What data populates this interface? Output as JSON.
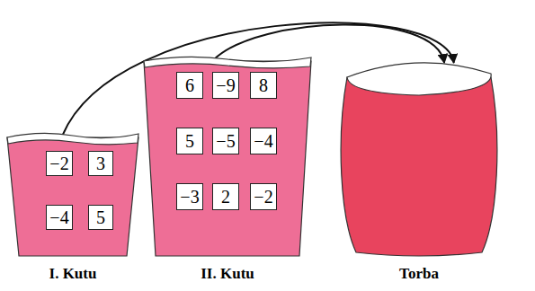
{
  "diagram": {
    "nodes": [
      {
        "text": [
          "I. Kutu"
        ]
      },
      {
        "text": [
          "−2"
        ],
        "in": 0
      },
      {
        "text": [
          "3"
        ],
        "in": 0
      },
      {
        "text": [
          "−4"
        ],
        "in": 0
      },
      {
        "text": [
          "5"
        ],
        "in": 0
      },
      {
        "text": [
          "II. Kutu"
        ]
      },
      {
        "text": [
          "6"
        ],
        "in": 5
      },
      {
        "text": [
          "−9"
        ],
        "in": 5
      },
      {
        "text": [
          "8"
        ],
        "in": 5
      },
      {
        "text": [
          "5"
        ],
        "in": 5
      },
      {
        "text": [
          "−5"
        ],
        "in": 5
      },
      {
        "text": [
          "−4"
        ],
        "in": 5
      },
      {
        "text": [
          "−3"
        ],
        "in": 5
      },
      {
        "text": [
          "2"
        ],
        "in": 5
      },
      {
        "text": [
          "−2"
        ],
        "in": 5
      },
      {
        "text": [
          "Torba"
        ]
      }
    ],
    "edges": [
      {
        "from": 0,
        "to": 15,
        "arrow": "to"
      },
      {
        "from": 5,
        "to": 15,
        "arrow": "to"
      }
    ]
  }
}
